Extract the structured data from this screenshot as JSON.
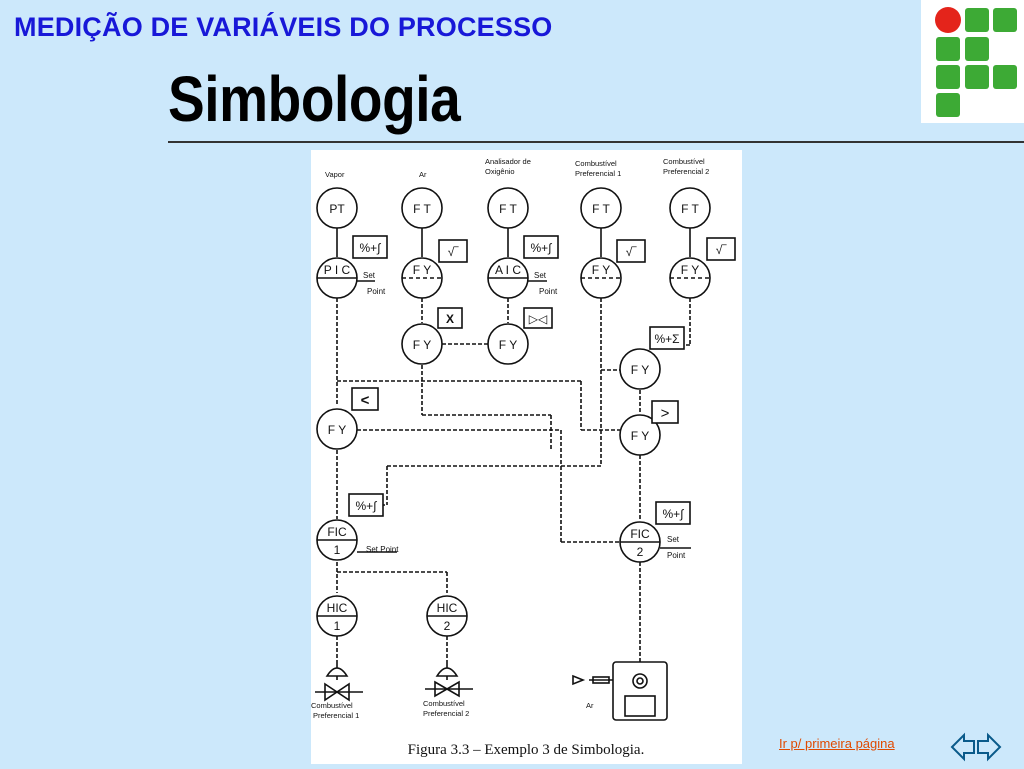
{
  "header": {
    "title": "MEDIÇÃO DE VARIÁVEIS DO PROCESSO"
  },
  "slide": {
    "title": "Simbologia"
  },
  "diagram": {
    "caption": "Figura 3.3 – Exemplo 3 de Simbologia.",
    "top_labels": {
      "vapor": "Vapor",
      "ar": "Ar",
      "analisador_1": "Analisador de",
      "analisador_2": "Oxigênio",
      "comb1_1": "Combustível",
      "comb1_2": "Preferencial 1",
      "comb2_1": "Combustível",
      "comb2_2": "Preferencial 2"
    },
    "instruments": {
      "pt": "PT",
      "ft1": "F T",
      "ft2": "F T",
      "ft3": "F T",
      "ft4": "F T",
      "pic": "P I C",
      "fy_sqrt1": "F Y",
      "aic": "A I C",
      "fy_sqrt2": "F Y",
      "fy_sqrt3": "F Y",
      "fy_mult": "F Y",
      "fy_bias": "F Y",
      "fy_sum": "F Y",
      "fy_low": "F Y",
      "fy_high": "F Y",
      "fic1_a": "FIC",
      "fic1_b": "1",
      "fic2_a": "FIC",
      "fic2_b": "2",
      "hic1_a": "HIC",
      "hic1_b": "1",
      "hic2_a": "HIC",
      "hic2_b": "2"
    },
    "functions": {
      "pic_fn": "%+∫",
      "sqrt1": "√‾",
      "aic_fn": "%+∫",
      "sqrt2": "√‾",
      "sqrt3": "√‾",
      "mult": "X",
      "bias": "▷◁",
      "sum": "%+Σ",
      "low": "<",
      "high": ">",
      "fic1_fn": "%+∫",
      "fic2_fn": "%+∫"
    },
    "set_point": {
      "sp_a": "Set",
      "sp_b": "Point",
      "sp_c": "Set",
      "sp_d": "Point",
      "sp_fic1": "Set Point",
      "sp_e": "Set",
      "sp_f": "Point"
    },
    "bottom_labels": {
      "valve1_1": "Combustível",
      "valve1_2": "Preferencial 1",
      "valve2_1": "Combustível",
      "valve2_2": "Preferencial 2",
      "ar": "Ar"
    }
  },
  "footer": {
    "link": "Ir p/ primeira página",
    "nav_icon": "double-arrow-icon"
  },
  "colors": {
    "background": "#cce8fb",
    "header": "#1818d8",
    "link": "#e04a00",
    "logo_green": "#3daa35",
    "logo_red": "#e4241b"
  }
}
